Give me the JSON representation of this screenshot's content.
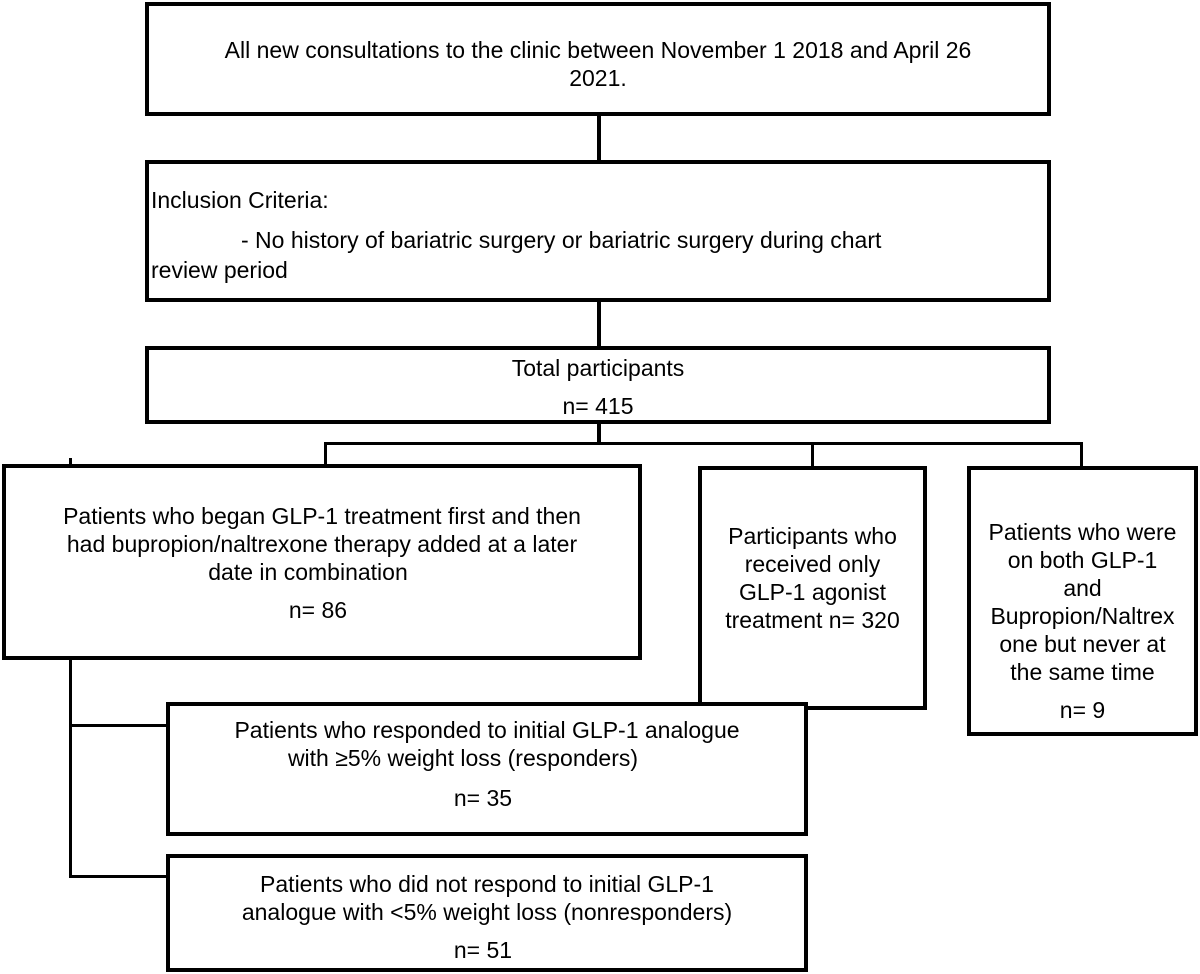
{
  "consultations": {
    "line1": "All new consultations to the clinic between November 1 2018 and April 26",
    "line2": "2021."
  },
  "inclusion": {
    "heading": "Inclusion Criteria:",
    "line1": "- No history of bariatric surgery or bariatric surgery during chart",
    "line2": "review period"
  },
  "total": {
    "label": "Total participants",
    "n": "n= 415"
  },
  "combination": {
    "line1": "Patients who began GLP-1 treatment first and then",
    "line2": "had bupropion/naltrexone therapy added at a later",
    "line3": "date in combination",
    "n": "n= 86"
  },
  "glp1_only": {
    "line1": "Participants who",
    "line2": "received only",
    "line3": "GLP-1 agonist",
    "line4": "treatment n= 320"
  },
  "both_separate": {
    "line1": "Patients who were",
    "line2": "on both GLP-1",
    "line3": "and",
    "line4": "Bupropion/Naltrex",
    "line5": "one but never at",
    "line6": "the same time",
    "n": "n= 9"
  },
  "responders": {
    "line1": "Patients who responded to initial GLP-1 analogue",
    "line2": "with ≥5% weight loss  (responders)",
    "n": "n= 35"
  },
  "nonresponders": {
    "line1": "Patients who did not respond to initial GLP-1",
    "line2": "analogue with <5% weight loss (nonresponders)",
    "n": "n= 51"
  }
}
